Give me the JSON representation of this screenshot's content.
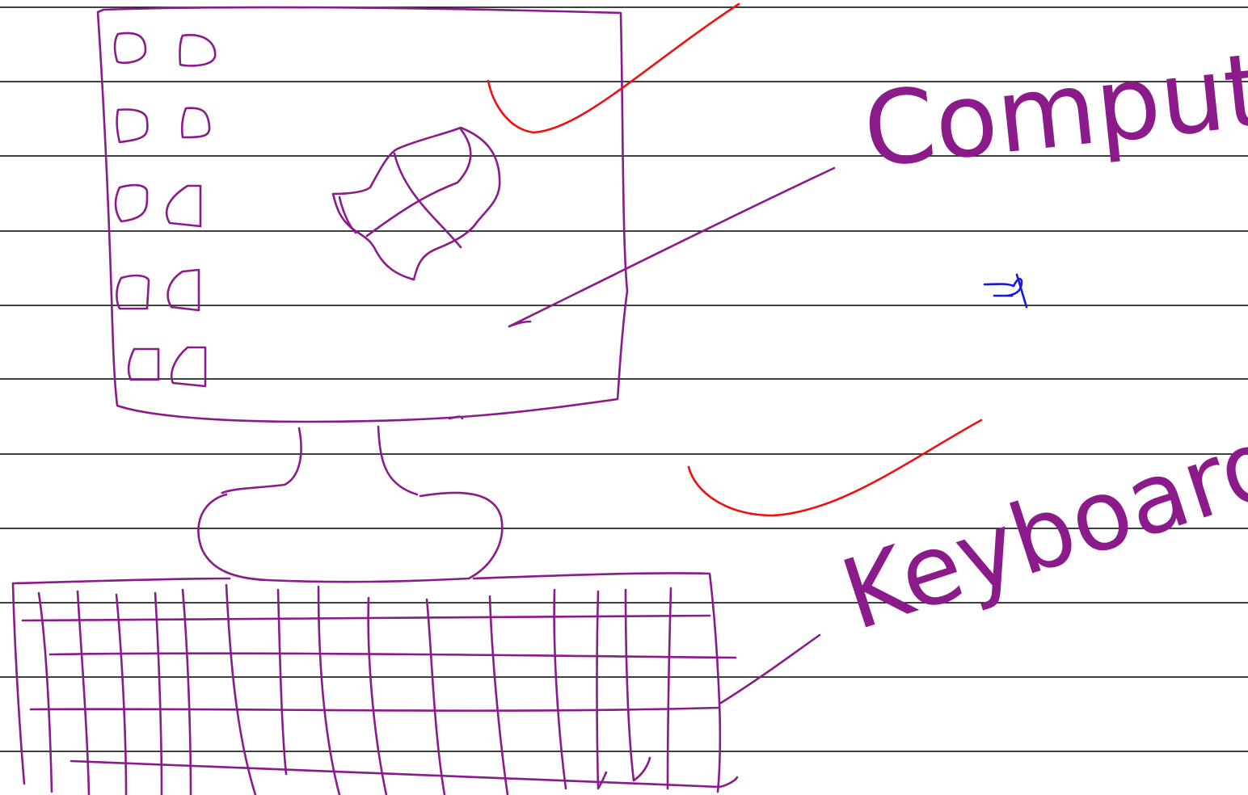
{
  "labels": {
    "computer": "Computer",
    "keyboard": "Keyboard"
  },
  "colors": {
    "ink": "#8b1a8b",
    "check": "#ee1111",
    "blue_mark": "#1616e0",
    "ruled_lines": "#000000",
    "paper": "#ffffff"
  },
  "marks": {
    "check_marks": 2,
    "blue_scribble": "small pen mark"
  }
}
